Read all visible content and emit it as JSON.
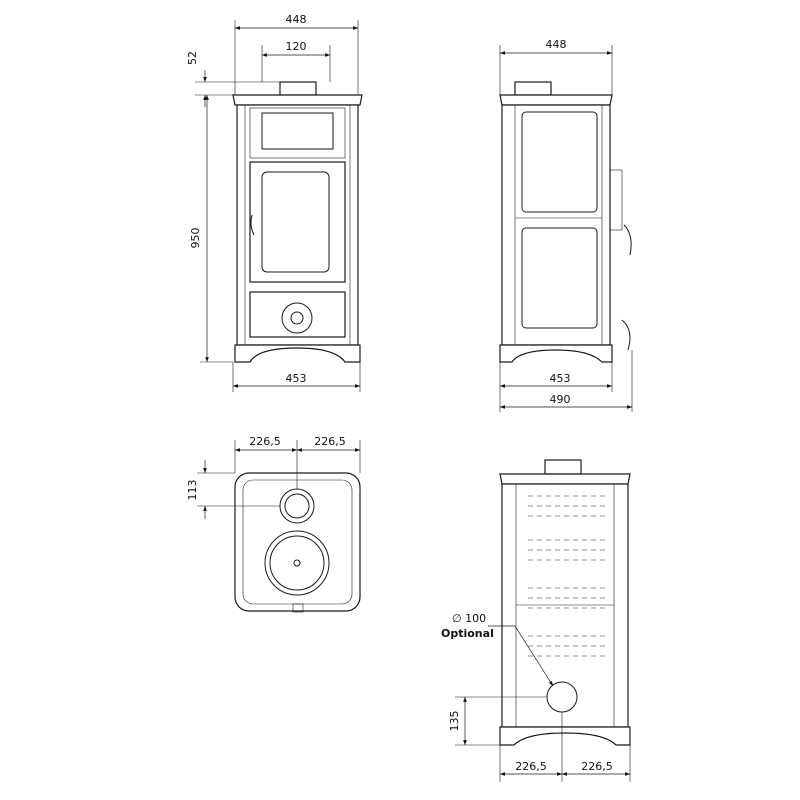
{
  "front_view": {
    "width_top": "448",
    "flue_width": "120",
    "flue_height": "52",
    "height": "950",
    "width_base": "453"
  },
  "side_view": {
    "width_top": "448",
    "width_base": "453",
    "depth_total": "490"
  },
  "top_view": {
    "half_left": "226,5",
    "half_right": "226,5",
    "flue_offset": "113"
  },
  "rear_view": {
    "air_inlet_diameter": "∅ 100",
    "air_inlet_note": "Optional",
    "inlet_height": "135",
    "half_left": "226,5",
    "half_right": "226,5"
  }
}
